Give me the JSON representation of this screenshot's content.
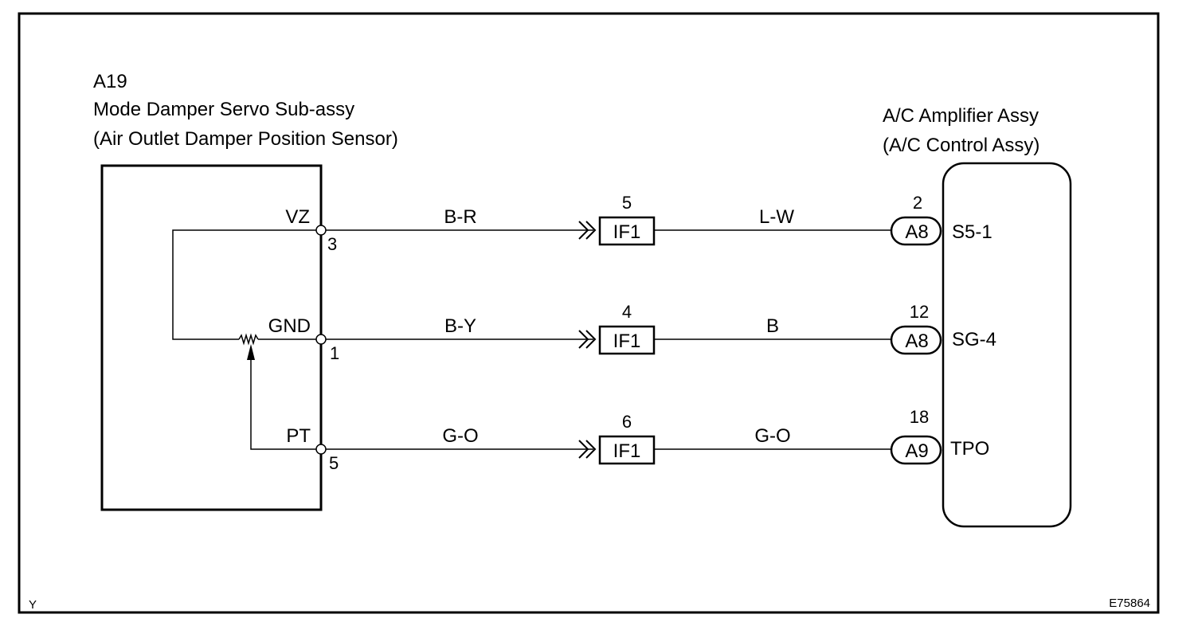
{
  "sensor": {
    "code": "A19",
    "name": "Mode Damper Servo Sub-assy",
    "subtitle": "(Air Outlet Damper Position Sensor)",
    "pins": [
      {
        "name": "VZ",
        "number": "3"
      },
      {
        "name": "GND",
        "number": "1"
      },
      {
        "name": "PT",
        "number": "5"
      }
    ]
  },
  "amplifier": {
    "name": "A/C Amplifier Assy",
    "subtitle": "(A/C Control Assy)",
    "pins": [
      {
        "connector": "A8",
        "number": "2",
        "terminal": "S5-1"
      },
      {
        "connector": "A8",
        "number": "12",
        "terminal": "SG-4"
      },
      {
        "connector": "A9",
        "number": "18",
        "terminal": "TPO"
      }
    ]
  },
  "junctions": [
    {
      "label": "IF1",
      "number": "5"
    },
    {
      "label": "IF1",
      "number": "4"
    },
    {
      "label": "IF1",
      "number": "6"
    }
  ],
  "wires": [
    {
      "left_color": "B-R",
      "right_color": "L-W"
    },
    {
      "left_color": "B-Y",
      "right_color": "B"
    },
    {
      "left_color": "G-O",
      "right_color": "G-O"
    }
  ],
  "footer": {
    "left": "Y",
    "right": "E75864"
  }
}
